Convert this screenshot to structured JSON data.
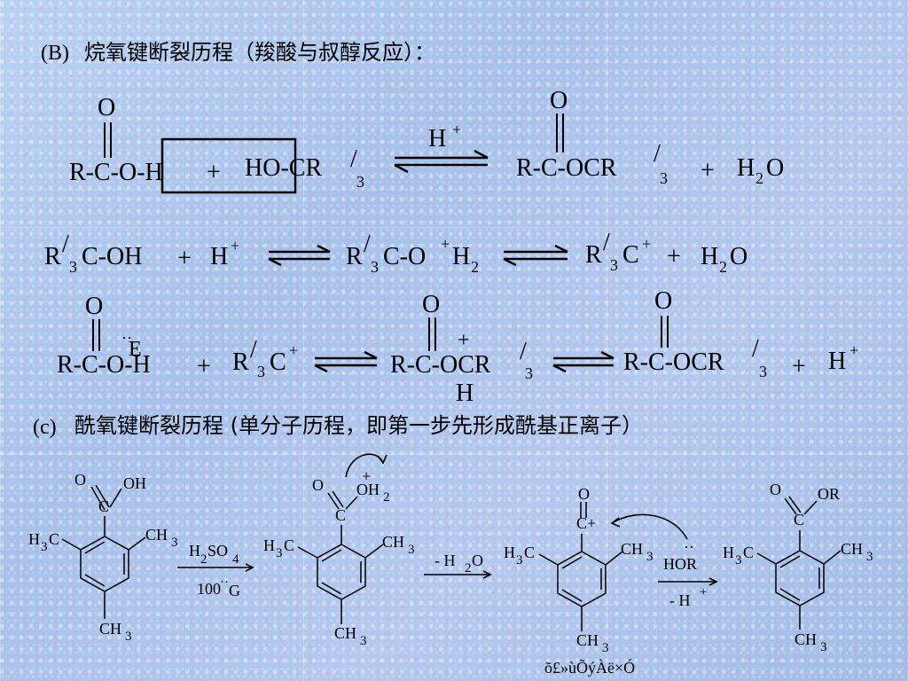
{
  "headings": {
    "b": {
      "label": "(B)",
      "text": "烷氧键断裂历程（羧酸与叔醇反应）："
    },
    "c": {
      "label": "(c)",
      "text": "酰氧键断裂历程 (单分子历程，即第一步先形成酰基正离子）"
    }
  },
  "eq1": {
    "carbonyl_o": "O",
    "reactant1": "R-C-O-H",
    "plus": "+",
    "reactant2": "HO-CR",
    "prime": "/",
    "sub3": "3",
    "catalyst": "H",
    "catalyst_sup": "+",
    "product1_o": "O",
    "product1": "R-C-OCR",
    "product2": "H",
    "product2_sub": "2",
    "product2_tail": "O"
  },
  "eq2": {
    "r1": "R",
    "r1_rest": "C-OH",
    "h": "H",
    "hsup": "+",
    "mid": "C-O",
    "mid_h": "H",
    "mid_sub": "2",
    "cation": "C",
    "water": "H",
    "water_tail": "O"
  },
  "eq3": {
    "o": "O",
    "left": "R-C-O-H",
    "lone_pair": "··",
    "lone_pair_extra": "E",
    "cation": "R",
    "cation_tail": "C",
    "mid": "R-C-OCR",
    "mid_plus": "+",
    "mid_h": "H",
    "product": "R-C-OCR",
    "h": "H",
    "hsup": "+"
  },
  "scheme": {
    "oh": "OH",
    "c": "C",
    "o": "O",
    "ch3": "CH",
    "sub3": "3",
    "h3c": "H",
    "h3c_tail": "C",
    "h2so4": "H",
    "h2so4_tail": "SO",
    "h2so4_sub4": "4",
    "temp": "100",
    "temp_mark": "··",
    "temp_unit": "G",
    "oh2_plus": "+",
    "oh2": "OH",
    "oh2_sub": "2",
    "minus_h2o": "- H",
    "minus_h2o_tail": "O",
    "acylium_plus": "C+",
    "hor": "HOR",
    "hor_dots": "··",
    "minus_h": "- H",
    "minus_h_sup": "+",
    "or": "OR",
    "footnote": "õ£»ùÕýÀë×Ó"
  },
  "colors": {
    "background": "#a9c6ea",
    "ink": "#000000"
  }
}
